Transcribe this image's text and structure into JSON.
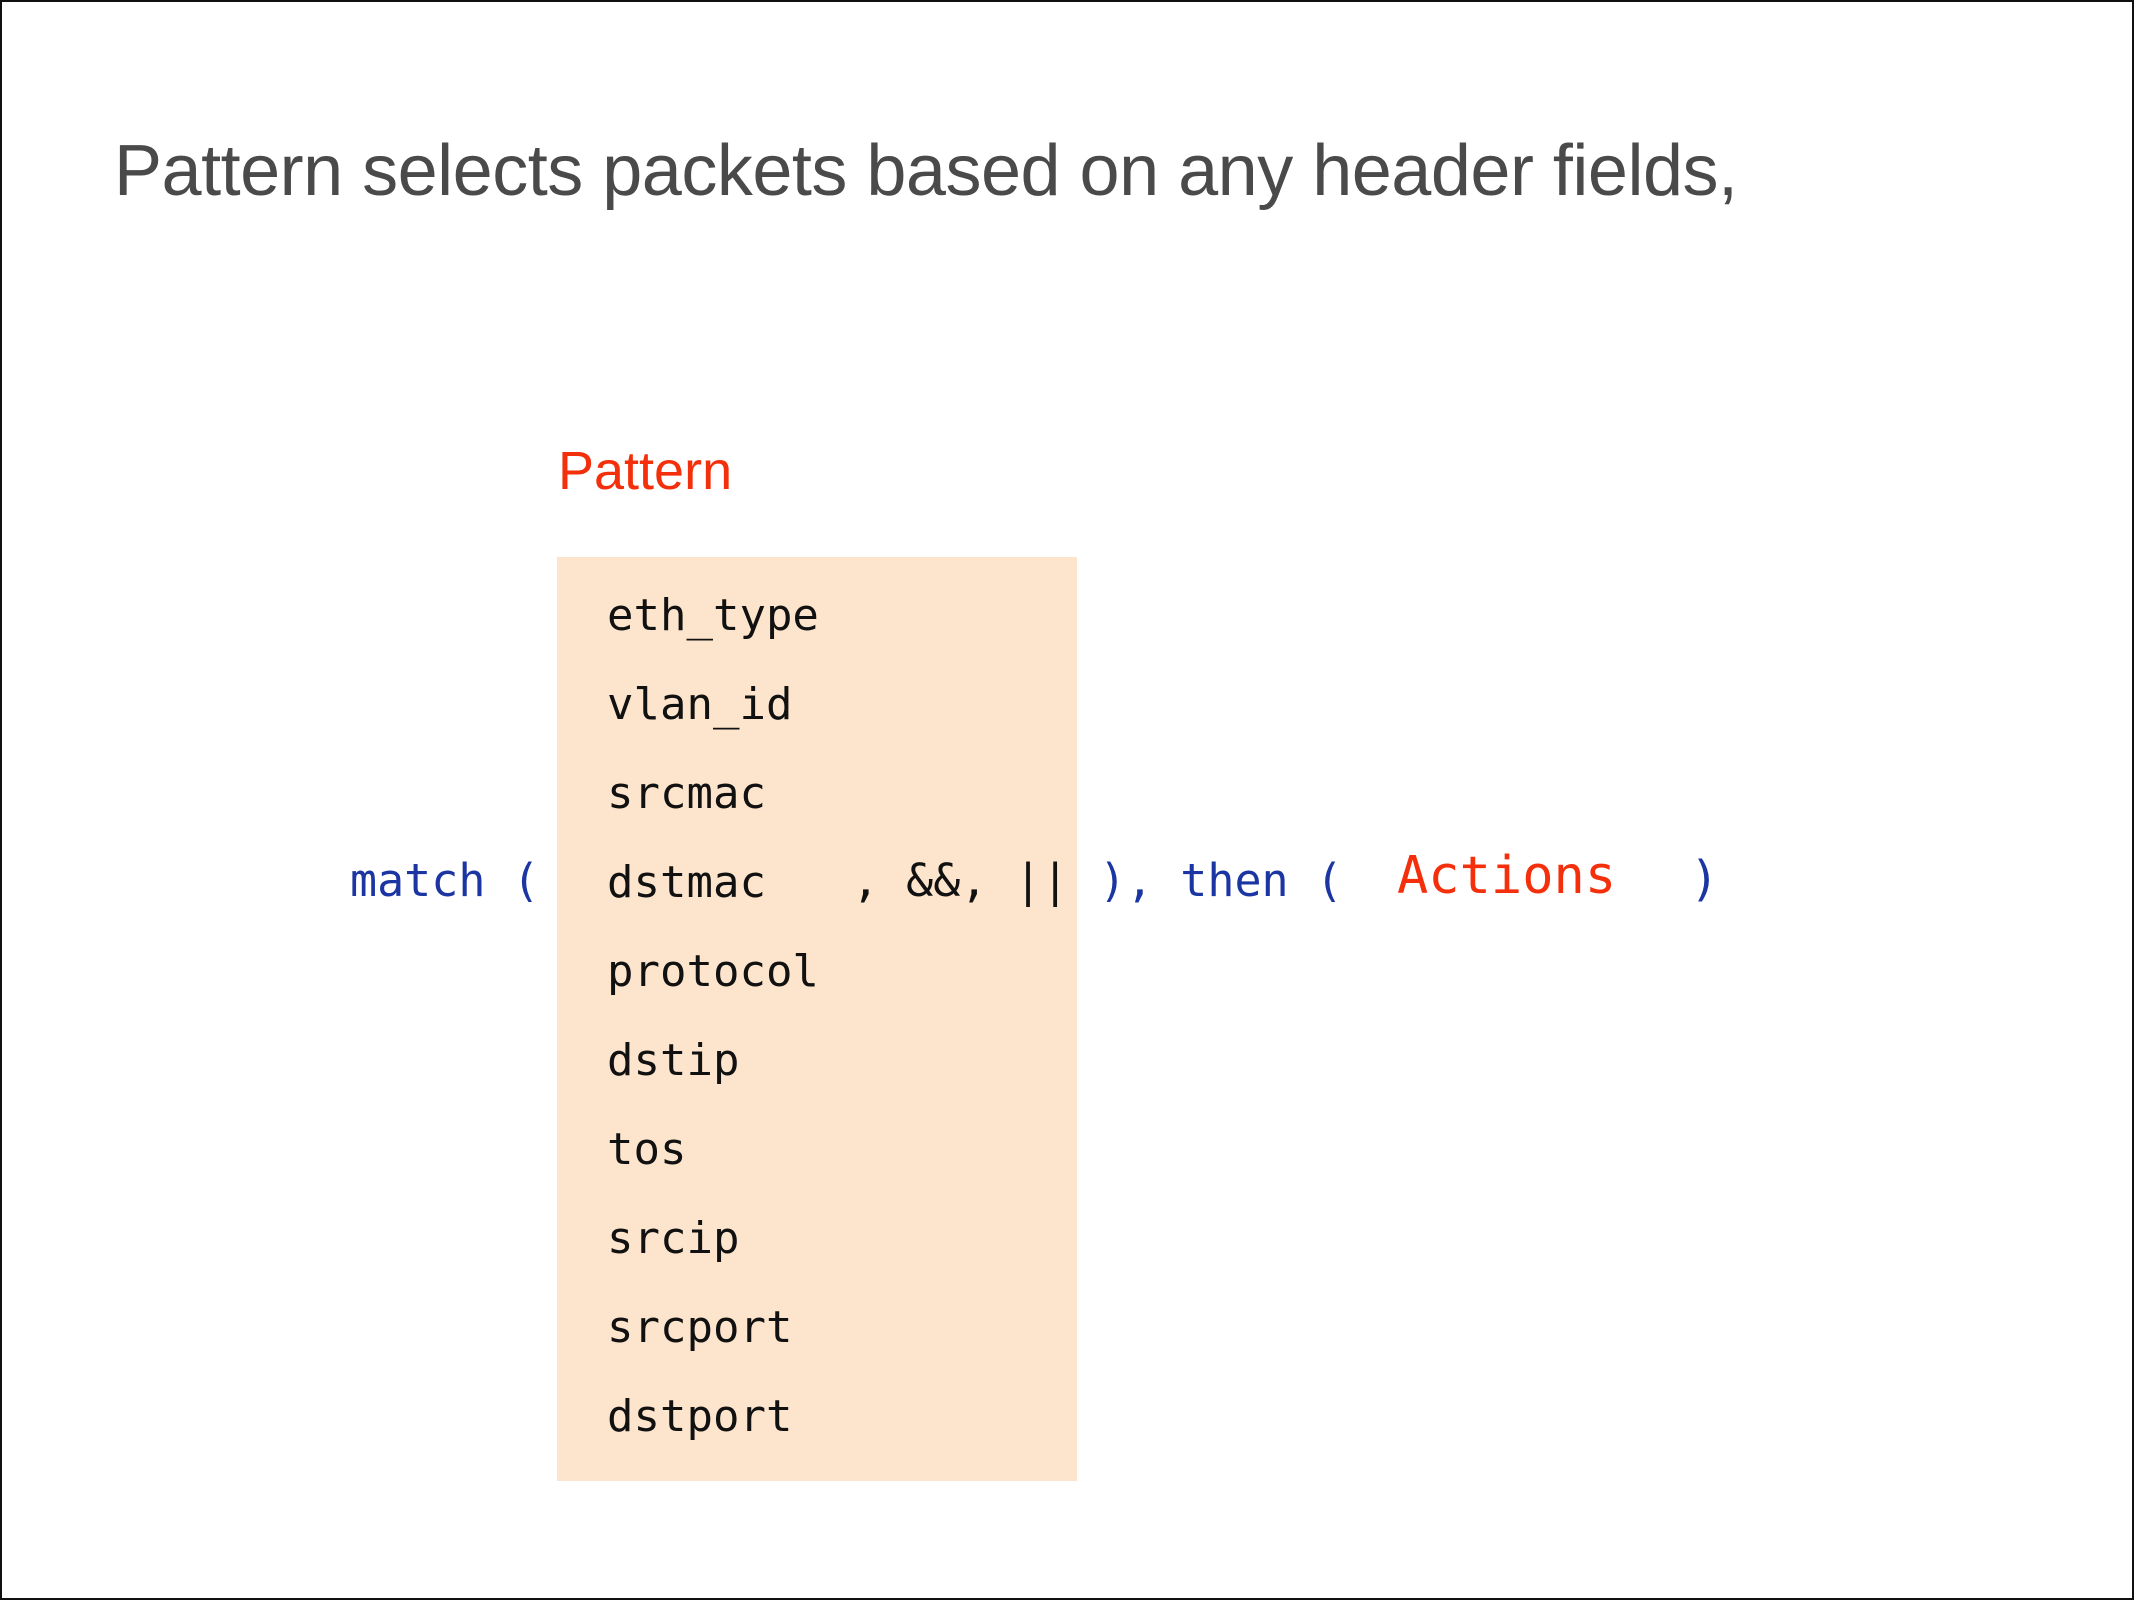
{
  "slide": {
    "title": "Pattern selects packets based on any header fields,",
    "pattern_label": "Pattern",
    "fields": [
      "eth_type",
      "vlan_id",
      "srcmac",
      "dstmac",
      "protocol",
      "dstip",
      "tos",
      "srcip",
      "srcport",
      "dstport"
    ],
    "match_line": {
      "prefix": "match (",
      "operators": ", &&, ||",
      "middle": "), then (",
      "actions_label": "Actions",
      "suffix": ")"
    },
    "colors": {
      "accent_red": "#f4300c",
      "accent_blue": "#1b35a3",
      "box_fill": "#fde5cd",
      "title_gray": "#4a4a4a"
    }
  }
}
